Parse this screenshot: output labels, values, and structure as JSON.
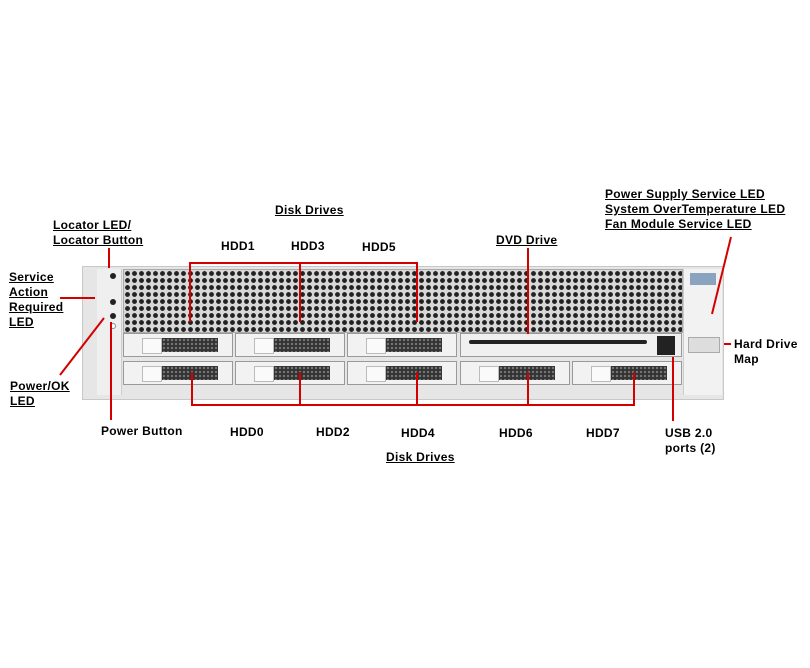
{
  "labels": {
    "disk_drives_top": "Disk Drives",
    "disk_drives_bottom": "Disk Drives",
    "locator": [
      "Locator LED/",
      "Locator Button"
    ],
    "service": [
      "Service",
      "Action",
      "Required",
      "LED"
    ],
    "power_ok": [
      "Power/OK",
      "LED"
    ],
    "power_button": "Power Button",
    "hdd": {
      "hdd0": "HDD0",
      "hdd1": "HDD1",
      "hdd2": "HDD2",
      "hdd3": "HDD3",
      "hdd4": "HDD4",
      "hdd5": "HDD5",
      "hdd6": "HDD6",
      "hdd7": "HDD7"
    },
    "dvd": "DVD Drive",
    "status_leds": [
      "Power Supply Service LED",
      "System OverTemperature LED",
      "Fan Module Service LED"
    ],
    "hd_map": [
      "Hard Drive",
      "Map"
    ],
    "usb": [
      "USB 2.0",
      "ports (2)"
    ]
  },
  "colors": {
    "callout": "#d40000"
  }
}
